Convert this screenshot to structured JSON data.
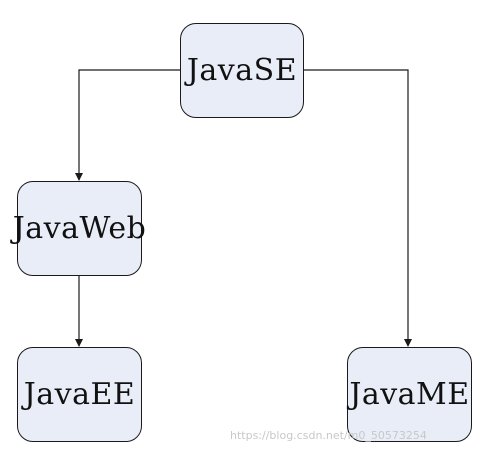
{
  "diagram": {
    "nodes": [
      {
        "id": "javase",
        "label": "JavaSE"
      },
      {
        "id": "javaweb",
        "label": "JavaWeb"
      },
      {
        "id": "javaee",
        "label": "JavaEE"
      },
      {
        "id": "javame",
        "label": "JavaME"
      }
    ],
    "edges": [
      {
        "from": "javase",
        "to": "javaweb"
      },
      {
        "from": "javase",
        "to": "javame"
      },
      {
        "from": "javaweb",
        "to": "javaee"
      }
    ],
    "colors": {
      "node_fill": "#e8edf7",
      "node_border": "#1a1a1a",
      "connector": "#1a1a1a"
    }
  },
  "watermark": "https://blog.csdn.net/m0_50573254"
}
